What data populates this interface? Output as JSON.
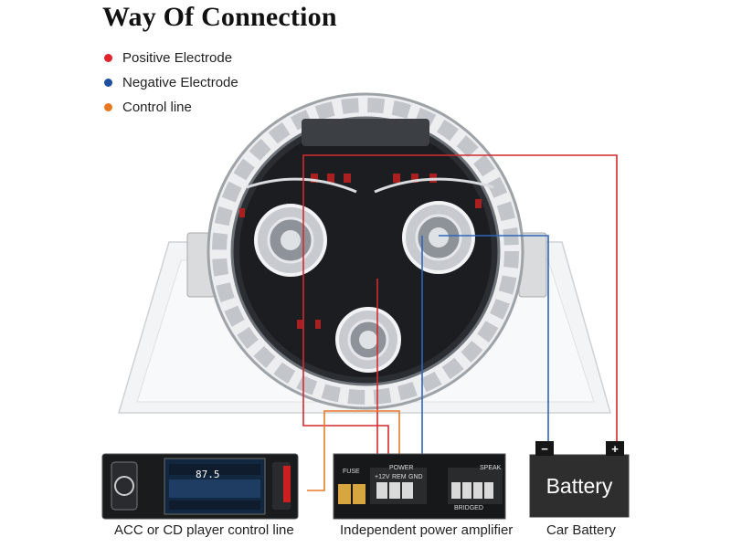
{
  "title": "Way Of Connection",
  "legend": [
    {
      "label": "Positive Electrode",
      "color": "#e0242a"
    },
    {
      "label": "Negative Electrode",
      "color": "#1d4f9e"
    },
    {
      "label": "Control line",
      "color": "#e87820"
    }
  ],
  "captions": {
    "radio": "ACC or CD player control line",
    "amplifier": "Independent power amplifier",
    "battery": "Car Battery"
  },
  "battery": {
    "label": "Battery",
    "minus": "−",
    "plus": "+"
  },
  "amplifier": {
    "fuse": "FUSE",
    "power": "POWER",
    "plus12": "+12V",
    "rem": "REM",
    "gnd": "GND",
    "bridged": "BRIDGED",
    "speaker": "SPEAK"
  },
  "radio": {
    "frequency": "87.5"
  },
  "wire_colors": {
    "positive": "#d32a2f",
    "negative": "#2e66b8",
    "control": "#e87a28"
  }
}
